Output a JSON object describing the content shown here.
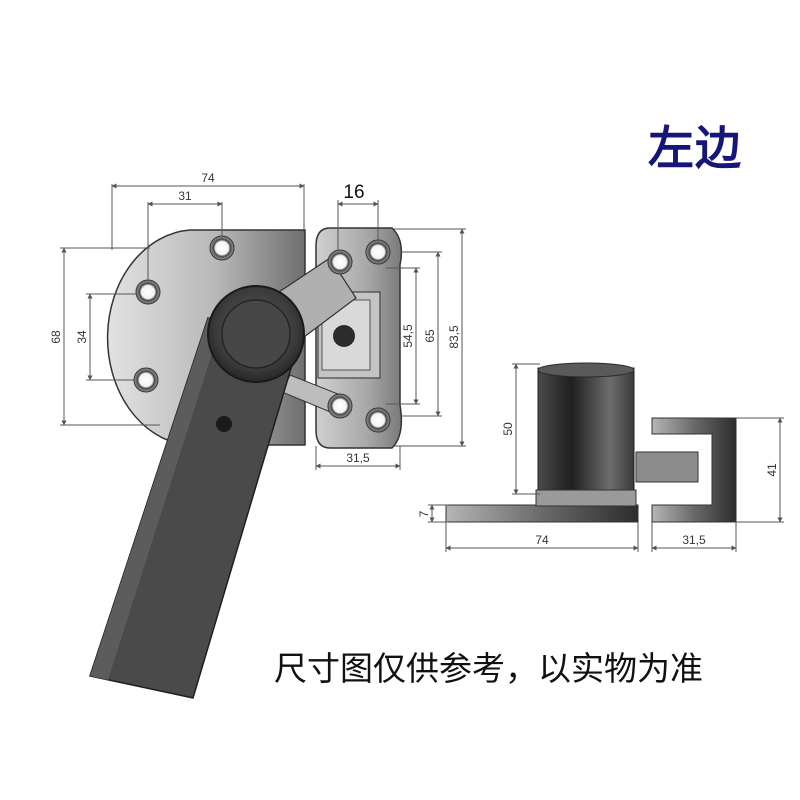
{
  "side_label": "左边",
  "disclaimer": "尺寸图仅供参考，以实物为准",
  "top_view": {
    "dim_overall_width": "74",
    "dim_hole_spacing_h": "31",
    "dim_height": "68",
    "dim_hole_spacing_v": "34",
    "dim_tab_width": "16",
    "dim_inner_1": "54,5",
    "dim_inner_2": "65",
    "dim_plate_height": "83,5",
    "dim_plate_width": "31,5"
  },
  "side_view": {
    "dim_height": "50",
    "dim_thickness": "7",
    "dim_base_length": "74",
    "dim_bracket_height": "41",
    "dim_bracket_width": "31,5"
  },
  "colors": {
    "label_blue": "#16167a",
    "metal_dark": "#3a3a3a",
    "metal_mid": "#8a8a8a",
    "metal_light": "#d4d4d4"
  }
}
